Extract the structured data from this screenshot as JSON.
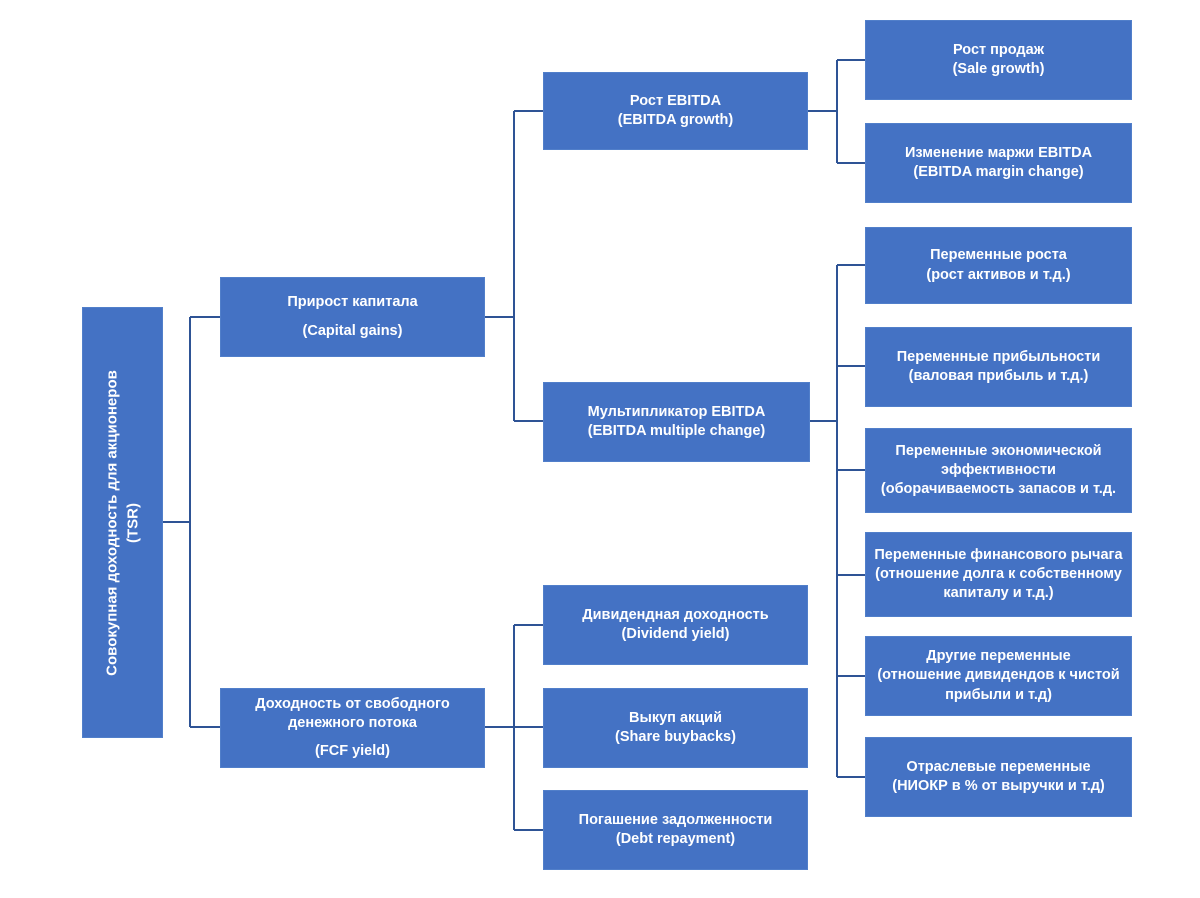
{
  "colors": {
    "box_fill": "#4472C4",
    "box_border": "#517fca",
    "connector": "#2E5395",
    "text": "#FFFFFF",
    "background": "#FFFFFF"
  },
  "nodes": {
    "tsr": {
      "lines": [
        "Совокупная доходность для акционеров",
        "(TSR)"
      ]
    },
    "capital_gains": {
      "lines": [
        "Прирост капитала",
        "(Capital gains)"
      ]
    },
    "fcf_yield": {
      "lines": [
        "Доходность от свободного денежного потока",
        "(FCF yield)"
      ]
    },
    "ebitda_growth": {
      "lines": [
        "Рост EBITDA",
        "(EBITDA growth)"
      ]
    },
    "ebitda_multiple": {
      "lines": [
        "Мультипликатор EBITDA",
        "(EBITDA multiple change)"
      ]
    },
    "dividend_yield": {
      "lines": [
        "Дивидендная доходность",
        "(Dividend yield)"
      ]
    },
    "share_buybacks": {
      "lines": [
        "Выкуп акций",
        "(Share buybacks)"
      ]
    },
    "debt_repayment": {
      "lines": [
        "Погашение задолженности",
        "(Debt repayment)"
      ]
    },
    "sale_growth": {
      "lines": [
        "Рост продаж",
        "(Sale growth)"
      ]
    },
    "ebitda_margin_change": {
      "lines": [
        "Изменение маржи EBITDA",
        "(EBITDA margin change)"
      ]
    },
    "growth_variables": {
      "lines": [
        "Переменные роста",
        "(рост активов и т.д.)"
      ]
    },
    "profitability_variables": {
      "lines": [
        "Переменные прибыльности",
        "(валовая прибыль и т.д.)"
      ]
    },
    "efficiency_variables": {
      "lines": [
        "Переменные экономической эффективности",
        "(оборачиваемость запасов и т.д."
      ]
    },
    "leverage_variables": {
      "lines": [
        "Переменные финансового рычага",
        "(отношение долга к собственному капиталу и т.д.)"
      ]
    },
    "other_variables": {
      "lines": [
        "Другие переменные",
        "(отношение дивидендов к чистой прибыли и т.д)"
      ]
    },
    "industry_variables": {
      "lines": [
        "Отраслевые переменные",
        "(НИОКР в % от выручки и т.д)"
      ]
    }
  }
}
